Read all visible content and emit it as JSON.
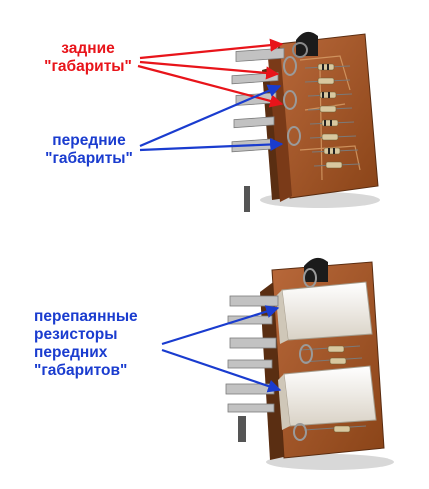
{
  "labels": {
    "rear": {
      "line1": "задние",
      "line2": "\"габариты\"",
      "color": "#e8141a"
    },
    "front": {
      "line1": "передние",
      "line2": "\"габариты\"",
      "color": "#1a3ccf"
    },
    "resoldered": {
      "line1": "перепаянные",
      "line2": "резисторы",
      "line3": "передних",
      "line4": "\"габаритов\"",
      "color": "#1a3ccf"
    }
  },
  "colors": {
    "pcb": "#a5592a",
    "pcb_dark": "#6b3515",
    "pins": "#b8b8b8",
    "resistor_block": "#f2ede4"
  }
}
